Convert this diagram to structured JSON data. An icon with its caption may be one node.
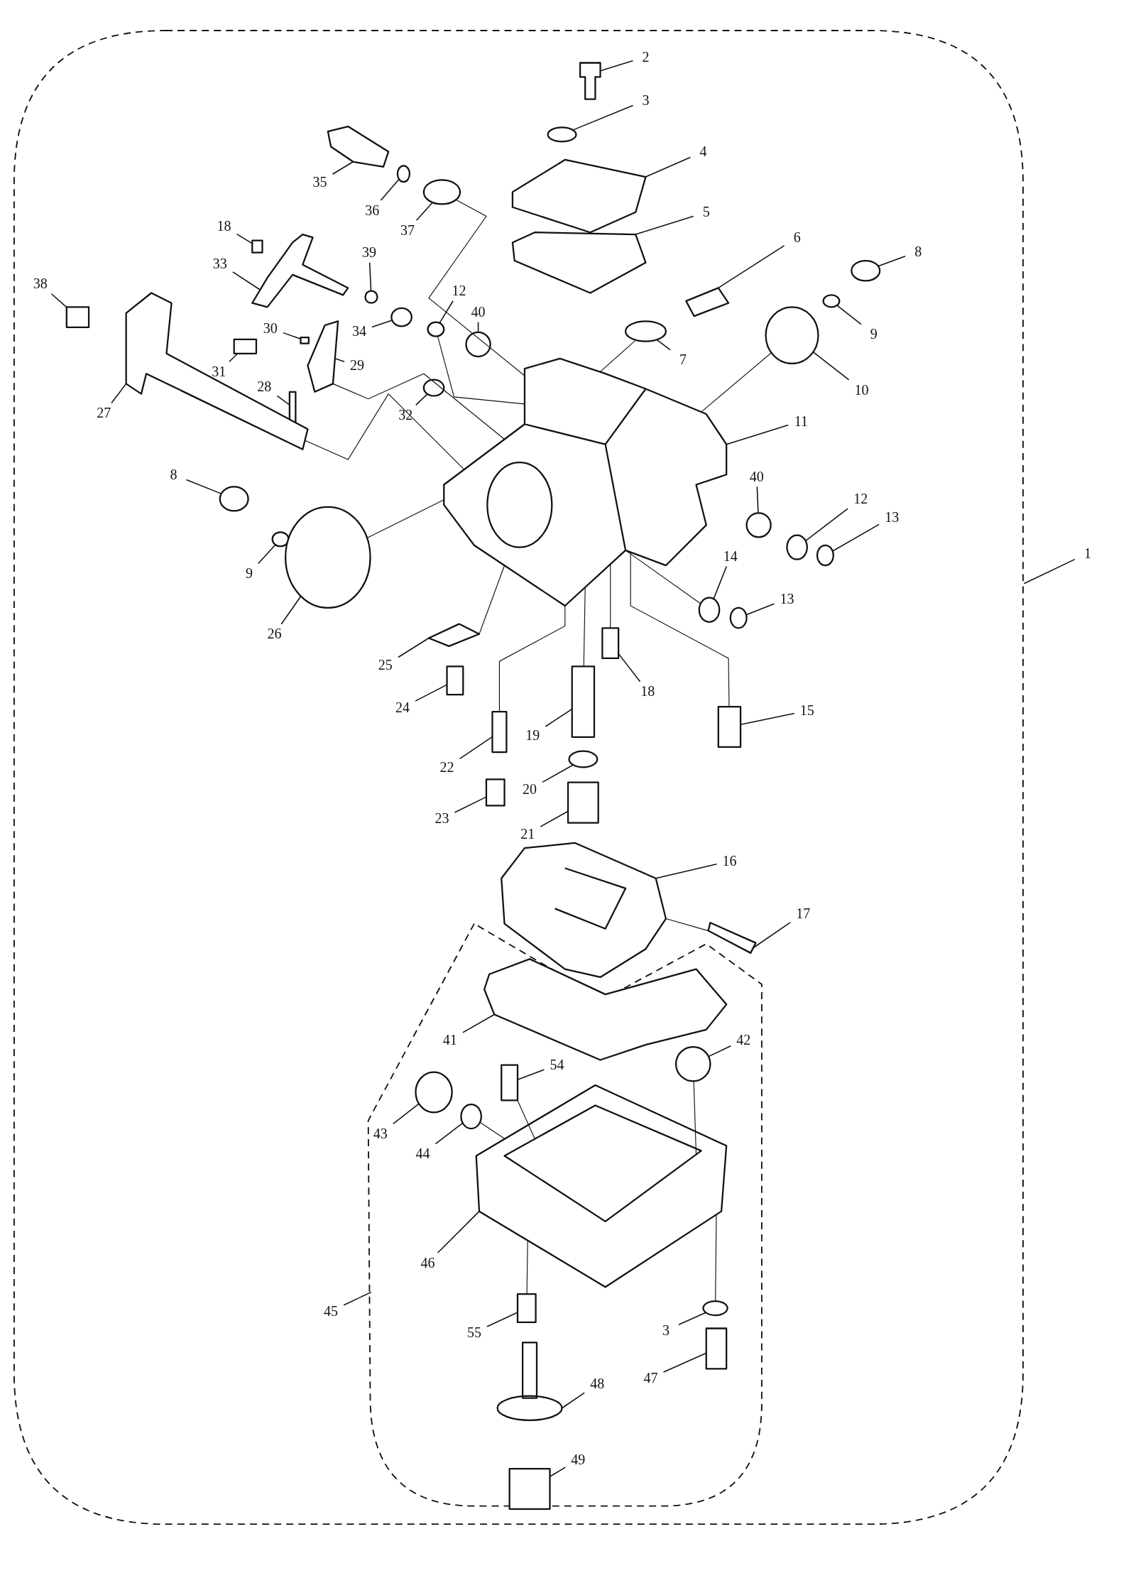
{
  "diagram": {
    "nodes": [
      {
        "text": [
          "2"
        ]
      },
      {
        "text": [
          "3"
        ]
      },
      {
        "text": [
          "4"
        ]
      },
      {
        "text": [
          "35"
        ]
      },
      {
        "text": [
          "36"
        ]
      },
      {
        "text": [
          "5"
        ]
      },
      {
        "text": [
          "18"
        ]
      },
      {
        "text": [
          "37"
        ]
      },
      {
        "text": [
          "6"
        ]
      },
      {
        "text": [
          "8"
        ]
      },
      {
        "text": [
          "39"
        ]
      },
      {
        "text": [
          "33"
        ]
      },
      {
        "text": [
          "38"
        ]
      },
      {
        "text": [
          "12"
        ]
      },
      {
        "text": [
          "30"
        ]
      },
      {
        "text": [
          "34"
        ]
      },
      {
        "text": [
          "40"
        ]
      },
      {
        "text": [
          "9"
        ]
      },
      {
        "text": [
          "7"
        ]
      },
      {
        "text": [
          "29"
        ]
      },
      {
        "text": [
          "31"
        ]
      },
      {
        "text": [
          "28"
        ]
      },
      {
        "text": [
          "10"
        ]
      },
      {
        "text": [
          "27"
        ]
      },
      {
        "text": [
          "32"
        ]
      },
      {
        "text": [
          "11"
        ]
      },
      {
        "text": [
          "8"
        ]
      },
      {
        "text": [
          "40"
        ]
      },
      {
        "text": [
          "12"
        ]
      },
      {
        "text": [
          "13"
        ]
      },
      {
        "text": [
          "1"
        ]
      },
      {
        "text": [
          "14"
        ]
      },
      {
        "text": [
          "9"
        ]
      },
      {
        "text": [
          "13"
        ]
      },
      {
        "text": [
          "26"
        ]
      },
      {
        "text": [
          "25"
        ]
      },
      {
        "text": [
          "18"
        ]
      },
      {
        "text": [
          "24"
        ]
      },
      {
        "text": [
          "15"
        ]
      },
      {
        "text": [
          "19"
        ]
      },
      {
        "text": [
          "22"
        ]
      },
      {
        "text": [
          "20"
        ]
      },
      {
        "text": [
          "23"
        ]
      },
      {
        "text": [
          "21"
        ]
      },
      {
        "text": [
          "16"
        ]
      },
      {
        "text": [
          "17"
        ]
      },
      {
        "text": [
          "41"
        ]
      },
      {
        "text": [
          "42"
        ]
      },
      {
        "text": [
          "54"
        ]
      },
      {
        "text": [
          "43"
        ]
      },
      {
        "text": [
          "44"
        ]
      },
      {
        "text": [
          "46"
        ]
      },
      {
        "text": [
          "45"
        ]
      },
      {
        "text": [
          "55"
        ]
      },
      {
        "text": [
          "3"
        ]
      },
      {
        "text": [
          "47"
        ]
      },
      {
        "text": [
          "48"
        ]
      },
      {
        "text": [
          "49"
        ]
      },
      {
        "text": [],
        "shape": "picture"
      },
      {
        "text": [],
        "shape": "circle"
      },
      {
        "text": [],
        "shape": "picture"
      },
      {
        "text": [],
        "shape": "picture"
      },
      {
        "text": [],
        "shape": "circle"
      },
      {
        "text": [],
        "shape": "picture"
      },
      {
        "text": [],
        "shape": "box"
      },
      {
        "text": [],
        "shape": "circle"
      },
      {
        "text": [],
        "shape": "picture"
      },
      {
        "text": [],
        "shape": "circle"
      },
      {
        "text": [],
        "shape": "circle"
      },
      {
        "text": [],
        "shape": "picture"
      },
      {
        "text": [],
        "shape": "box"
      },
      {
        "text": [],
        "shape": "circle"
      },
      {
        "text": [],
        "shape": "box"
      },
      {
        "text": [],
        "shape": "circle"
      },
      {
        "text": [],
        "shape": "circle"
      },
      {
        "text": [],
        "shape": "circle"
      },
      {
        "text": [],
        "shape": "circle"
      },
      {
        "text": [],
        "shape": "picture"
      },
      {
        "text": [],
        "shape": "box"
      },
      {
        "text": [],
        "shape": "box"
      },
      {
        "text": [],
        "shape": "circle"
      },
      {
        "text": [],
        "shape": "picture"
      },
      {
        "text": [],
        "shape": "circle"
      },
      {
        "text": [],
        "shape": "picture"
      },
      {
        "text": [],
        "shape": "circle"
      },
      {
        "text": [],
        "shape": "circle"
      },
      {
        "text": [],
        "shape": "circle"
      },
      {
        "text": [],
        "shape": "circle"
      },
      {
        "text": [],
        "shape": "circle"
      },
      {
        "text": [],
        "shape": "circle"
      },
      {
        "text": [],
        "shape": "circle"
      },
      {
        "text": [],
        "shape": "circle"
      },
      {
        "text": [],
        "shape": "picture"
      },
      {
        "text": [],
        "shape": "box"
      },
      {
        "text": [],
        "shape": "box"
      },
      {
        "text": [],
        "shape": "box"
      },
      {
        "text": [],
        "shape": "box"
      },
      {
        "text": [],
        "shape": "box"
      },
      {
        "text": [],
        "shape": "circle"
      },
      {
        "text": [],
        "shape": "box"
      },
      {
        "text": [],
        "shape": "box"
      },
      {
        "text": [],
        "shape": "picture"
      },
      {
        "text": [],
        "shape": "picture"
      },
      {
        "text": [],
        "shape": "picture"
      },
      {
        "text": [],
        "shape": "circle"
      },
      {
        "text": [],
        "shape": "box"
      },
      {
        "text": [],
        "shape": "circle"
      },
      {
        "text": [],
        "shape": "circle"
      },
      {
        "text": [],
        "shape": "picture"
      },
      {
        "text": [],
        "shape": "box"
      },
      {
        "text": [],
        "shape": "circle"
      },
      {
        "text": [],
        "shape": "box"
      },
      {
        "text": [],
        "shape": "picture"
      },
      {
        "text": [],
        "shape": "box"
      }
    ],
    "edges": [
      {
        "from": 0,
        "to": 58,
        "arrow": "none"
      },
      {
        "from": 1,
        "to": 59,
        "arrow": "none"
      },
      {
        "from": 2,
        "to": 60,
        "arrow": "none"
      },
      {
        "from": 3,
        "to": 61,
        "arrow": "none"
      },
      {
        "from": 4,
        "to": 62,
        "arrow": "none"
      },
      {
        "from": 5,
        "to": 63,
        "arrow": "none"
      },
      {
        "from": 6,
        "to": 64,
        "arrow": "none"
      },
      {
        "from": 7,
        "to": 65,
        "arrow": "none"
      },
      {
        "from": 8,
        "to": 66,
        "arrow": "none"
      },
      {
        "from": 9,
        "to": 67,
        "arrow": "none"
      },
      {
        "from": 10,
        "to": 68,
        "arrow": "none"
      },
      {
        "from": 11,
        "to": 69,
        "arrow": "none"
      },
      {
        "from": 12,
        "to": 70,
        "arrow": "none"
      },
      {
        "from": 13,
        "to": 71,
        "arrow": "none"
      },
      {
        "from": 14,
        "to": 72,
        "arrow": "none"
      },
      {
        "from": 15,
        "to": 73,
        "arrow": "none"
      },
      {
        "from": 16,
        "to": 74,
        "arrow": "none"
      },
      {
        "from": 17,
        "to": 75,
        "arrow": "none"
      },
      {
        "from": 18,
        "to": 76,
        "arrow": "none"
      },
      {
        "from": 19,
        "to": 77,
        "arrow": "none"
      },
      {
        "from": 20,
        "to": 78,
        "arrow": "none"
      },
      {
        "from": 21,
        "to": 79,
        "arrow": "none"
      },
      {
        "from": 22,
        "to": 80,
        "arrow": "none"
      },
      {
        "from": 23,
        "to": 81,
        "arrow": "none"
      },
      {
        "from": 24,
        "to": 82,
        "arrow": "none"
      },
      {
        "from": 25,
        "to": 83,
        "arrow": "none"
      },
      {
        "from": 26,
        "to": 84,
        "arrow": "none"
      },
      {
        "from": 27,
        "to": 85,
        "arrow": "none"
      },
      {
        "from": 28,
        "to": 86,
        "arrow": "none"
      },
      {
        "from": 29,
        "to": 87,
        "arrow": "none"
      },
      {
        "from": 30,
        "to": null,
        "arrow": "none"
      },
      {
        "from": 31,
        "to": 88,
        "arrow": "none"
      },
      {
        "from": 32,
        "to": 89,
        "arrow": "none"
      },
      {
        "from": 33,
        "to": 90,
        "arrow": "none"
      },
      {
        "from": 34,
        "to": 91,
        "arrow": "none"
      },
      {
        "from": 35,
        "to": 92,
        "arrow": "none"
      },
      {
        "from": 36,
        "to": 93,
        "arrow": "none"
      },
      {
        "from": 37,
        "to": 94,
        "arrow": "none"
      },
      {
        "from": 38,
        "to": 95,
        "arrow": "none"
      },
      {
        "from": 39,
        "to": 96,
        "arrow": "none"
      },
      {
        "from": 40,
        "to": 97,
        "arrow": "none"
      },
      {
        "from": 41,
        "to": 98,
        "arrow": "none"
      },
      {
        "from": 42,
        "to": 99,
        "arrow": "none"
      },
      {
        "from": 43,
        "to": 100,
        "arrow": "none"
      },
      {
        "from": 44,
        "to": 101,
        "arrow": "none"
      },
      {
        "from": 45,
        "to": 102,
        "arrow": "none"
      },
      {
        "from": 46,
        "to": 103,
        "arrow": "none"
      },
      {
        "from": 47,
        "to": 104,
        "arrow": "none"
      },
      {
        "from": 48,
        "to": 105,
        "arrow": "none"
      },
      {
        "from": 49,
        "to": 106,
        "arrow": "none"
      },
      {
        "from": 50,
        "to": 107,
        "arrow": "none"
      },
      {
        "from": 51,
        "to": 108,
        "arrow": "none"
      },
      {
        "from": 52,
        "to": null,
        "arrow": "none"
      },
      {
        "from": 53,
        "to": 109,
        "arrow": "none"
      },
      {
        "from": 54,
        "to": 110,
        "arrow": "none"
      },
      {
        "from": 55,
        "to": 111,
        "arrow": "none"
      },
      {
        "from": 56,
        "to": 112,
        "arrow": "none"
      },
      {
        "from": 57,
        "to": 113,
        "arrow": "none"
      },
      {
        "from": 65,
        "to": 83,
        "arrow": "none"
      },
      {
        "from": 71,
        "to": 83,
        "arrow": "none"
      },
      {
        "from": 81,
        "to": 83,
        "arrow": "none"
      },
      {
        "from": 77,
        "to": 83,
        "arrow": "none"
      },
      {
        "from": 91,
        "to": 83,
        "arrow": "none"
      },
      {
        "from": 92,
        "to": 83,
        "arrow": "none"
      },
      {
        "from": 97,
        "to": 83,
        "arrow": "none"
      },
      {
        "from": 96,
        "to": 83,
        "arrow": "none"
      },
      {
        "from": 93,
        "to": 83,
        "arrow": "none"
      },
      {
        "from": 95,
        "to": 83,
        "arrow": "none"
      },
      {
        "from": 80,
        "to": 83,
        "arrow": "none"
      },
      {
        "from": 76,
        "to": 83,
        "arrow": "none"
      },
      {
        "from": 88,
        "to": 83,
        "arrow": "none"
      },
      {
        "from": 102,
        "to": 101,
        "arrow": "none"
      },
      {
        "from": 104,
        "to": 108,
        "arrow": "none"
      },
      {
        "from": 107,
        "to": 108,
        "arrow": "none"
      },
      {
        "from": 105,
        "to": 108,
        "arrow": "none"
      },
      {
        "from": 108,
        "to": 109,
        "arrow": "none"
      },
      {
        "from": 108,
        "to": 110,
        "arrow": "none"
      }
    ]
  }
}
